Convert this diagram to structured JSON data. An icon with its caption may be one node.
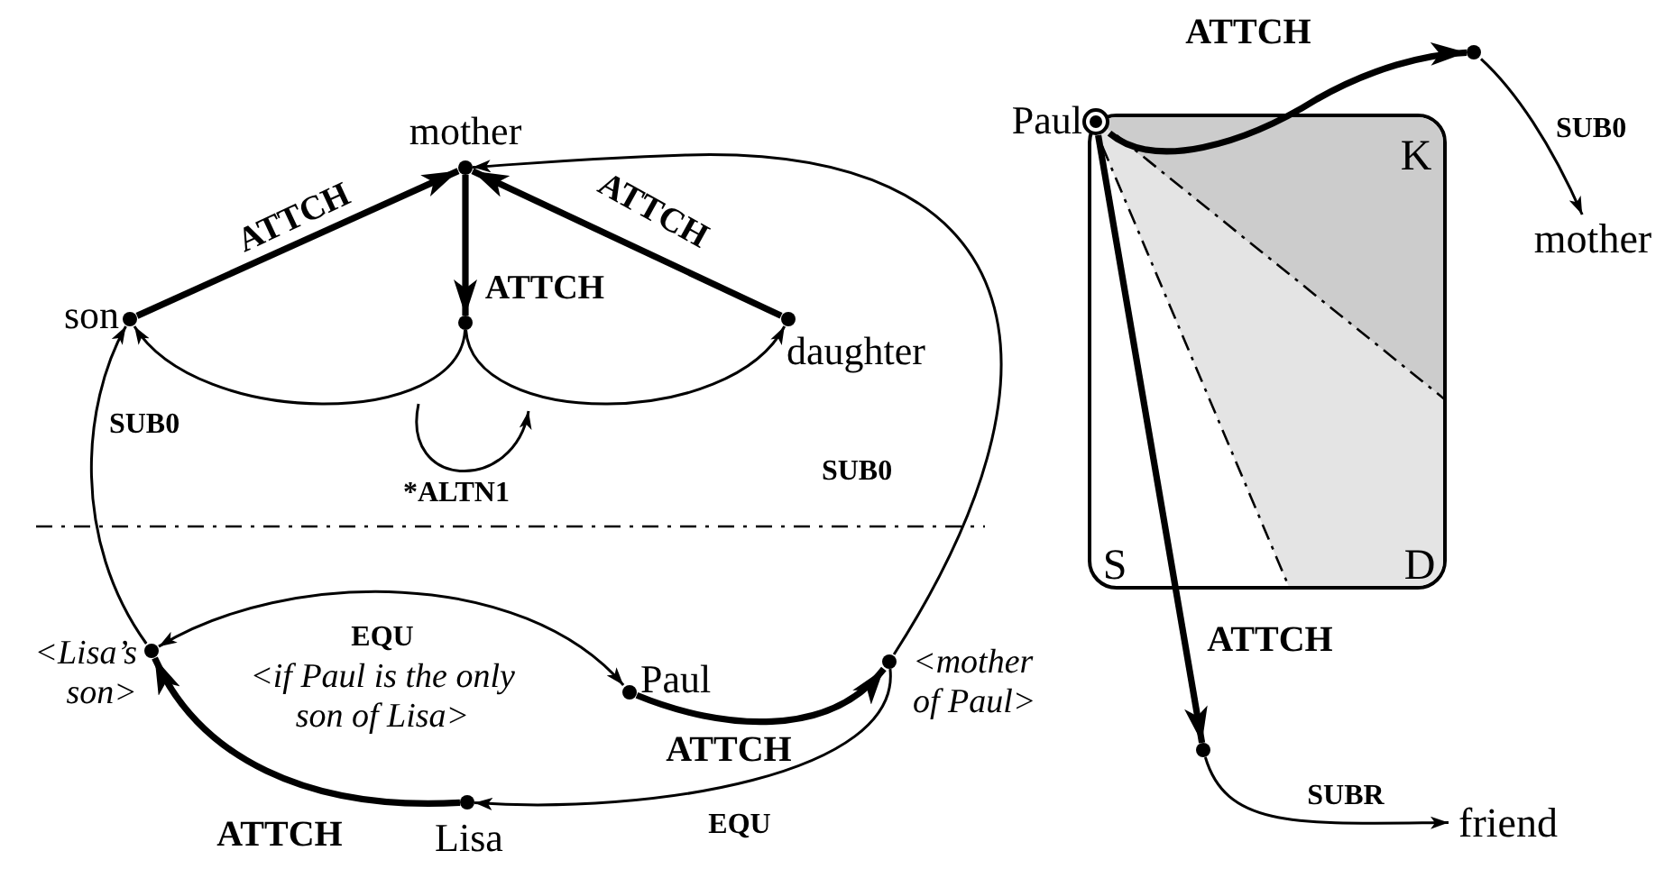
{
  "diagram": {
    "nodes": [
      {
        "text": [],
        "shape": "circle",
        "beside": [
          "mother"
        ]
      },
      {
        "text": [],
        "shape": "circle",
        "beside": [
          "son"
        ]
      },
      {
        "text": [],
        "shape": "circle"
      },
      {
        "text": [],
        "shape": "circle",
        "beside": [
          "daughter"
        ]
      },
      {
        "text": [],
        "shape": "circle",
        "beside": [
          "<Lisa’s son>"
        ]
      },
      {
        "text": [],
        "shape": "circle",
        "beside": [
          "Paul"
        ]
      },
      {
        "text": [],
        "shape": "circle",
        "beside": [
          "<mother of Paul>"
        ]
      },
      {
        "text": [],
        "shape": "circle",
        "beside": [
          "Lisa"
        ]
      },
      {
        "text": [],
        "shape": "circle",
        "beside": [
          "Paul"
        ]
      },
      {
        "text": [],
        "shape": "circle"
      },
      {
        "text": [
          "mother"
        ]
      },
      {
        "text": [],
        "shape": "circle"
      },
      {
        "text": [
          "friend"
        ]
      }
    ],
    "edges": [
      {
        "from": 1,
        "to": 0,
        "arrow": "to",
        "label": "ATTCH",
        "style": "thick"
      },
      {
        "from": 0,
        "to": 2,
        "arrow": "to",
        "label": "ATTCH",
        "style": "thick"
      },
      {
        "from": 3,
        "to": 0,
        "arrow": "to",
        "label": "ATTCH",
        "style": "thick"
      },
      {
        "from": 2,
        "to": 1,
        "arrow": "to"
      },
      {
        "from": 2,
        "to": 3,
        "arrow": "to"
      },
      {
        "from": 4,
        "to": 1,
        "arrow": "to",
        "label": "SUB0"
      },
      {
        "from": 6,
        "to": 0,
        "arrow": "to",
        "label": "SUB0"
      },
      {
        "from": 4,
        "to": 5,
        "arrow": "both",
        "label": "EQU"
      },
      {
        "from": 5,
        "to": 6,
        "arrow": "to",
        "label": "ATTCH",
        "style": "thick"
      },
      {
        "from": 7,
        "to": 4,
        "arrow": "to",
        "label": "ATTCH",
        "style": "thick"
      },
      {
        "from": 6,
        "to": 7,
        "arrow": "to",
        "label": "EQU"
      },
      {
        "from": 8,
        "to": 9,
        "arrow": "to",
        "label": "ATTCH",
        "style": "thick"
      },
      {
        "from": 9,
        "to": 10,
        "arrow": "to",
        "label": "SUB0"
      },
      {
        "from": 8,
        "to": 11,
        "arrow": "to",
        "label": "ATTCH",
        "style": "thick"
      },
      {
        "from": 11,
        "to": 12,
        "arrow": "to",
        "label": "SUBR"
      }
    ],
    "labels": [
      "*ALTN1",
      "<if Paul is the only son of Lisa>",
      "K",
      "S",
      "D"
    ]
  }
}
